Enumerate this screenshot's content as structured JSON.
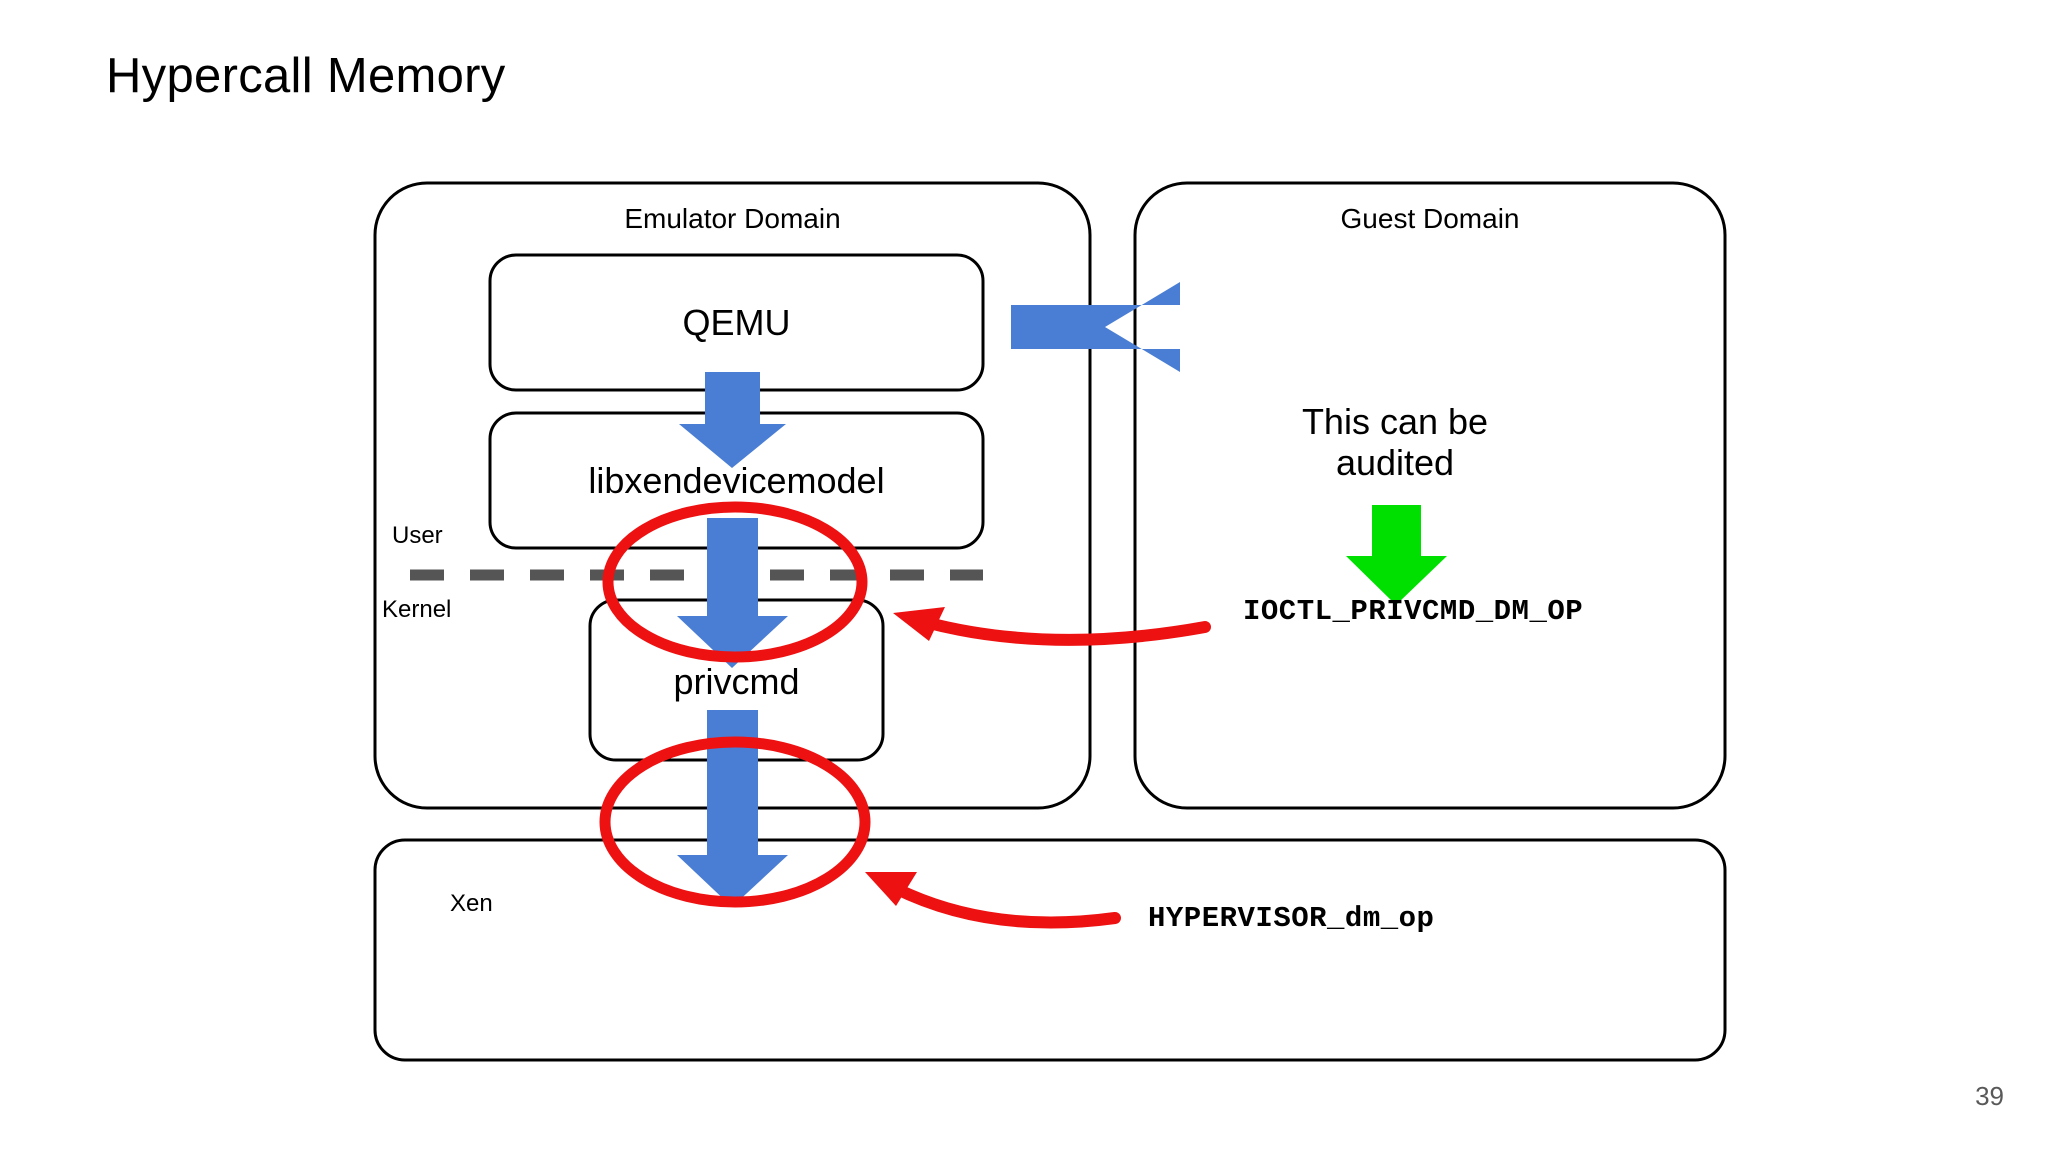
{
  "slide": {
    "title": "Hypercall Memory",
    "page_number": "39",
    "background": "#ffffff"
  },
  "colors": {
    "blue_arrow": "#4a7ed4",
    "green_arrow": "#00e000",
    "red_highlight": "#ee1111",
    "outline": "#000000",
    "dashed_divider": "#555555",
    "page_number": "#595959"
  },
  "diagram": {
    "domains": [
      {
        "name": "emulator-domain",
        "label": "Emulator Domain"
      },
      {
        "name": "guest-domain",
        "label": "Guest Domain"
      },
      {
        "name": "xen-domain",
        "label": "Xen"
      }
    ],
    "emulator_stack": [
      {
        "name": "qemu",
        "label": "QEMU"
      },
      {
        "name": "libxendevicemodel",
        "label": "libxendevicemodel"
      },
      {
        "name": "privcmd",
        "label": "privcmd"
      }
    ],
    "privilege_divider": {
      "above_label": "User",
      "below_label": "Kernel",
      "style": "dashed"
    },
    "guest_note": {
      "line1": "This can be",
      "line2": "audited"
    },
    "api_labels": [
      {
        "name": "ioctl-privcmd-dm-op",
        "label": "IOCTL_PRIVCMD_DM_OP"
      },
      {
        "name": "hypervisor-dm-op",
        "label": "HYPERVISOR_dm_op"
      }
    ],
    "arrows": [
      {
        "name": "qemu-to-libxendevicemodel-arrow",
        "color": "#4a7ed4",
        "direction": "down"
      },
      {
        "name": "libxendevicemodel-to-privcmd-arrow",
        "color": "#4a7ed4",
        "direction": "down"
      },
      {
        "name": "privcmd-to-xen-arrow",
        "color": "#4a7ed4",
        "direction": "down"
      },
      {
        "name": "guest-to-emulator-arrow",
        "color": "#4a7ed4",
        "direction": "left"
      },
      {
        "name": "audited-down-arrow",
        "color": "#00e000",
        "direction": "down"
      },
      {
        "name": "ioctl-callout-arrow",
        "color": "#ee1111",
        "direction": "left"
      },
      {
        "name": "hypervisor-callout-arrow",
        "color": "#ee1111",
        "direction": "left"
      }
    ],
    "highlight_ellipses": [
      {
        "name": "user-kernel-boundary-highlight",
        "color": "#ee1111"
      },
      {
        "name": "kernel-hypervisor-boundary-highlight",
        "color": "#ee1111"
      }
    ]
  }
}
